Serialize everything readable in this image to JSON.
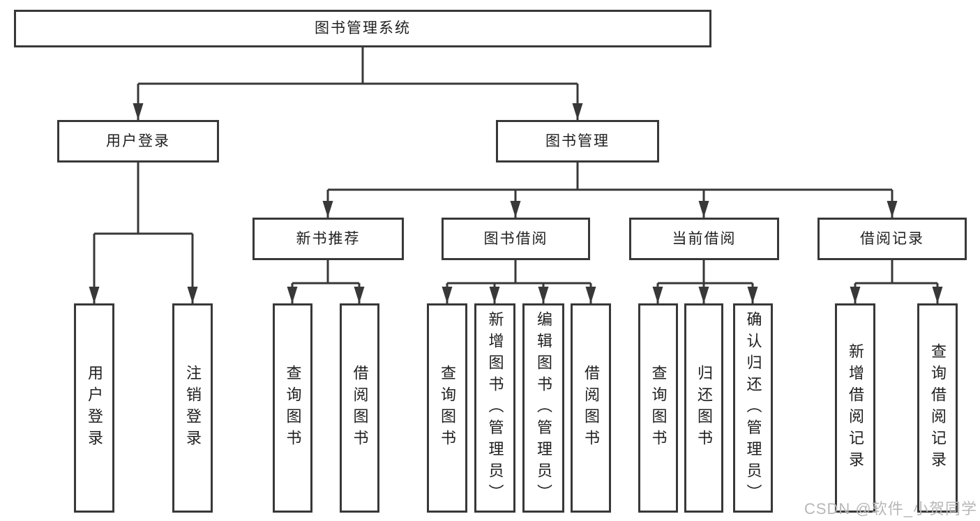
{
  "title": "图书管理系统",
  "colors": {
    "line": "#383838",
    "text": "#1f1f1f",
    "background": "#ffffff",
    "watermark": "#b7b7b7"
  },
  "nodes": {
    "root": "图书管理系统",
    "user_login": "用户登录",
    "book_management": "图书管理",
    "new_book_recommend": "新书推荐",
    "book_borrowing": "图书借阅",
    "current_borrowing": "当前借阅",
    "borrowing_records": "借阅记录",
    "leaf_user_login": "用户登录",
    "leaf_logout_login": "注销登录",
    "leaf_nbr_query_books": "查询图书",
    "leaf_nbr_borrow_books": "借阅图书",
    "leaf_bb_query_books": "查询图书",
    "leaf_bb_add_books_admin": "新增图书（管理员）",
    "leaf_bb_edit_books_admin": "编辑图书（管理员）",
    "leaf_bb_borrow_books": "借阅图书",
    "leaf_cb_query_books": "查询图书",
    "leaf_cb_return_books": "归还图书",
    "leaf_cb_confirm_return_admin": "确认归还（管理员）",
    "leaf_br_add_record": "新增借阅记录",
    "leaf_br_query_record": "查询借阅记录"
  },
  "watermark": "CSDN @软件_小贺同学"
}
